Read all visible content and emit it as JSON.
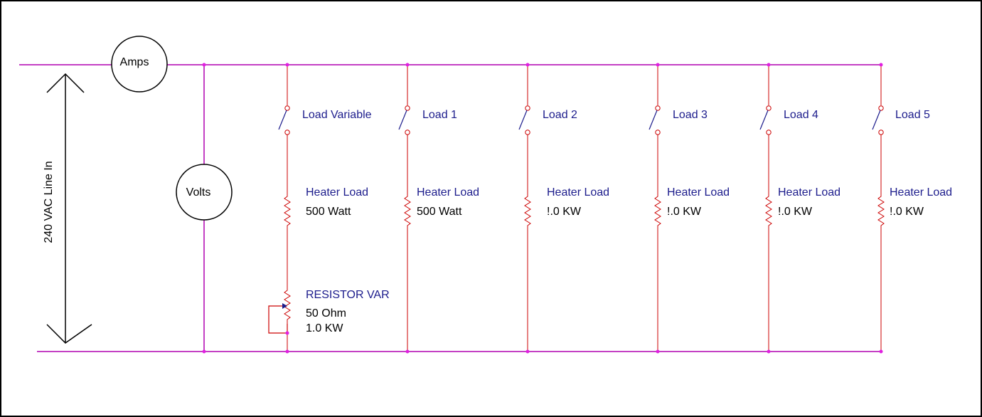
{
  "supply": {
    "label": "240 VAC Line In"
  },
  "meters": {
    "ammeter_label": "Amps",
    "voltmeter_label": "Volts"
  },
  "branches": [
    {
      "switch_label": "Load Variable",
      "load_title": "Heater Load",
      "load_rating": "500 Watt"
    },
    {
      "switch_label": "Load 1",
      "load_title": "Heater Load",
      "load_rating": "500 Watt"
    },
    {
      "switch_label": "Load 2",
      "load_title": "Heater Load",
      "load_rating": "!.0 KW"
    },
    {
      "switch_label": "Load 3",
      "load_title": "Heater Load",
      "load_rating": "!.0 KW"
    },
    {
      "switch_label": "Load 4",
      "load_title": "Heater Load",
      "load_rating": "!.0 KW"
    },
    {
      "switch_label": "Load 5",
      "load_title": "Heater Load",
      "load_rating": "!.0 KW"
    }
  ],
  "variable_resistor": {
    "title": "RESISTOR VAR",
    "resistance": "50 Ohm",
    "power": "1.0 KW"
  },
  "colors": {
    "bus": "#b000b0",
    "branch_wire": "#cc0000",
    "label_text": "#1c1c8c",
    "value_text": "#000000",
    "frame": "#000000"
  }
}
